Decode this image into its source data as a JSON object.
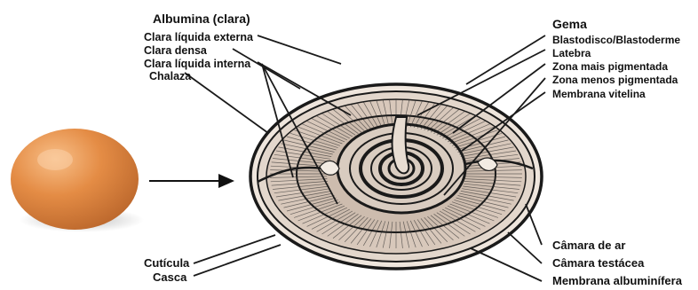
{
  "albumen": {
    "heading": "Albumina (clara)",
    "items": [
      "Clara líquida externa",
      "Clara densa",
      "Clara líquida interna",
      "Chalaza"
    ]
  },
  "yolk": {
    "heading": "Gema",
    "items": [
      "Blastodisco/Blastoderme",
      "Latebra",
      "Zona mais pigmentada",
      "Zona menos pigmentada",
      "Membrana vitelina"
    ]
  },
  "shell": {
    "left_items": [
      "Cutícula",
      "Casca"
    ],
    "right_items": [
      "Câmara de ar",
      "Câmara testácea",
      "Membrana albuminífera"
    ]
  },
  "colors": {
    "egg_fill": "#e08a43",
    "egg_highlight": "#f5b27a",
    "shell_fill": "#e7dcd2",
    "albumen_fill": "#d6c6b8",
    "line_color": "#1a1a1a"
  }
}
